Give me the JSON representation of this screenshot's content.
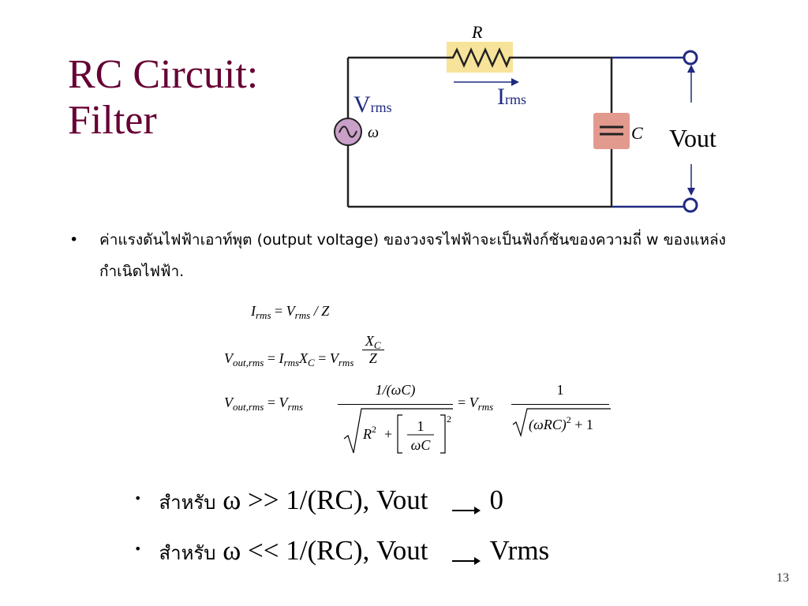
{
  "slide": {
    "title_line1": "RC Circuit:",
    "title_line2": "Filter",
    "page_number": "13"
  },
  "circuit": {
    "label_R": "R",
    "label_C": "C",
    "label_I": "I",
    "label_I_sub": "rms",
    "label_V": "V",
    "label_V_sub": "rms",
    "label_omega": "ω",
    "label_vout": "Vout"
  },
  "bullet1": {
    "marker": "•",
    "text": "ค่าแรงดันไฟฟ้าเอาท์พุต (output voltage) ของวงจรไฟฟ้าจะเป็นฟังก์ชันของความถี่ w ของแหล่งกำเนิดไฟฟ้า."
  },
  "equations": {
    "eq1": {
      "lhs": "I",
      "lhs_sub": "rms",
      "eq": "=",
      "v": "V",
      "v_sub": "rms",
      "rest": "/ Z"
    },
    "eq2": {
      "lhs": "V",
      "lhs_sub": "out,rms",
      "eq": "=",
      "i": "I",
      "i_sub": "rms",
      "x": "X",
      "x_sub": "C",
      "eq2": "=",
      "v": "V",
      "v_sub": "rms",
      "num": "X",
      "num_sub": "C",
      "den": "Z"
    },
    "eq3": {
      "lhs": "V",
      "lhs_sub": "out,rms",
      "eq": "=",
      "v": "V",
      "v_sub": "rms",
      "num": "1/(ωC)",
      "r": "R",
      "r_sup": "2",
      "plus": "+",
      "in_num": "1",
      "in_den": "ωC",
      "br_sup": "2",
      "eq2": "=",
      "v2": "V",
      "v2_sub": "rms",
      "num2": "1",
      "den2": "(ωRC)",
      "den2_sup": "2",
      "den2_rest": "+ 1"
    }
  },
  "bullets2": [
    {
      "marker": "•",
      "thai": "สำหรับ",
      "expr": "ω >> 1/(RC), Vout",
      "result": "0"
    },
    {
      "marker": "•",
      "thai": "สำหรับ",
      "expr": "ω << 1/(RC), Vout",
      "result": "Vrms"
    }
  ],
  "colors": {
    "title": "#660033",
    "resistor_fill": "#f7e39a",
    "capacitor_fill": "#e39a8e",
    "source_fill": "#c9a0c8",
    "output_wire": "#1f2a80"
  }
}
